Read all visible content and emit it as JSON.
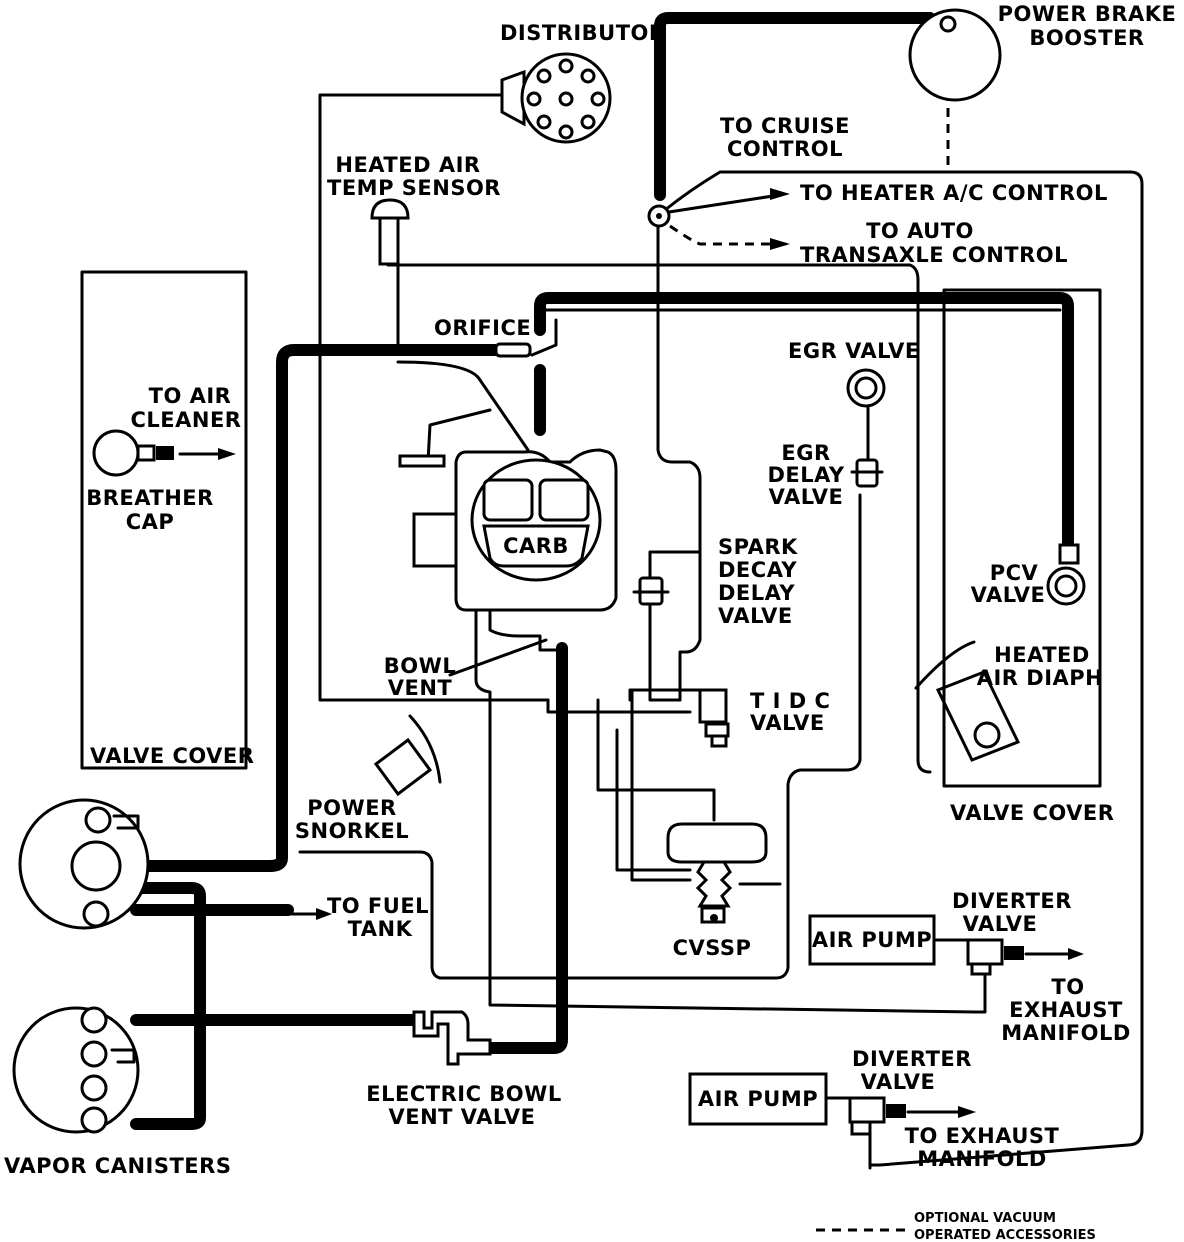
{
  "labels": {
    "distributor": "DISTRIBUTOR",
    "power_brake_booster": [
      "POWER BRAKE",
      "BOOSTER"
    ],
    "to_cruise_control": [
      "TO CRUISE",
      "CONTROL"
    ],
    "heated_air_temp_sensor": [
      "HEATED AIR",
      "TEMP SENSOR"
    ],
    "to_heater_ac_control": "TO HEATER A/C CONTROL",
    "to_auto_transaxle_control": [
      "TO AUTO",
      "TRANSAXLE CONTROL"
    ],
    "orifice": "ORIFICE",
    "egr_valve": "EGR VALVE",
    "egr_delay_valve": [
      "EGR",
      "DELAY",
      "VALVE"
    ],
    "to_air_cleaner": [
      "TO AIR",
      "CLEANER"
    ],
    "breather_cap": [
      "BREATHER",
      "CAP"
    ],
    "carb": "CARB",
    "spark_decay_delay_valve": [
      "SPARK",
      "DECAY",
      "DELAY",
      "VALVE"
    ],
    "pcv_valve": [
      "PCV",
      "VALVE"
    ],
    "heated_air_diaph": [
      "HEATED",
      "AIR DIAPH"
    ],
    "bowl_vent": [
      "BOWL",
      "VENT"
    ],
    "tidc_valve": [
      "T I D C",
      "VALVE"
    ],
    "valve_cover_left": "VALVE COVER",
    "valve_cover_right": "VALVE COVER",
    "power_snorkel": [
      "POWER",
      "SNORKEL"
    ],
    "to_fuel_tank": [
      "TO FUEL",
      "TANK"
    ],
    "cvssp": "CVSSP",
    "air_pump_1": "AIR PUMP",
    "diverter_valve_1": [
      "DIVERTER",
      "VALVE"
    ],
    "to_exhaust_manifold_1": [
      "TO",
      "EXHAUST",
      "MANIFOLD"
    ],
    "electric_bowl_vent_valve": [
      "ELECTRIC BOWL",
      "VENT VALVE"
    ],
    "vapor_canisters": "VAPOR CANISTERS",
    "air_pump_2": "AIR PUMP",
    "diverter_valve_2": [
      "DIVERTER",
      "VALVE"
    ],
    "to_exhaust_manifold_2": [
      "TO EXHAUST",
      "MANIFOLD"
    ]
  },
  "legend": [
    "OPTIONAL VACUUM",
    "OPERATED ACCESSORIES"
  ]
}
